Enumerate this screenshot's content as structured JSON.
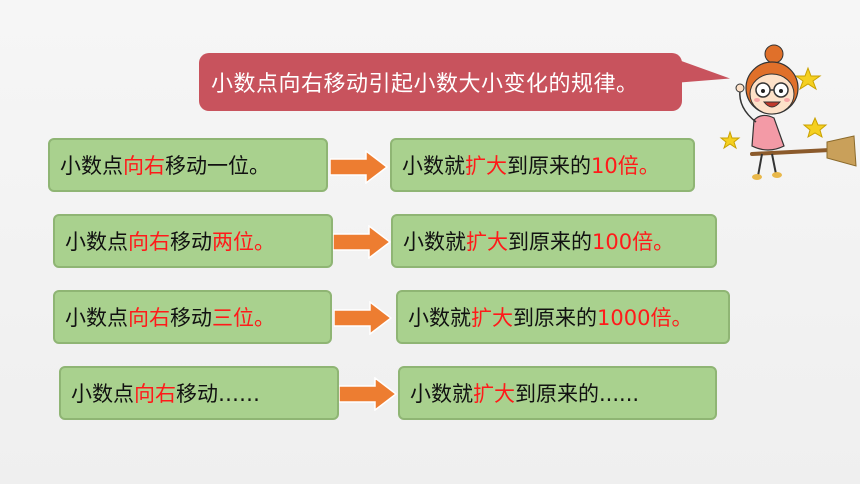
{
  "title": {
    "text": "小数点向右移动引起小数大小变化的规律。"
  },
  "rows": [
    {
      "left": {
        "a": "小数点",
        "b": "向右",
        "c": "移动",
        "d": "一位。"
      },
      "right": {
        "a": "小数就",
        "b": "扩大",
        "c": "到原来的",
        "d": "10倍。"
      }
    },
    {
      "left": {
        "a": "小数点",
        "b": "向右",
        "c": "移动",
        "d": "两位。"
      },
      "right": {
        "a": "小数就",
        "b": "扩大",
        "c": "到原来的",
        "d": "100倍。"
      }
    },
    {
      "left": {
        "a": "小数点",
        "b": "向右",
        "c": "移动",
        "d": "三位。"
      },
      "right": {
        "a": "小数就",
        "b": "扩大",
        "c": "到原来的",
        "d": "1000倍。"
      }
    },
    {
      "left": {
        "a": "小数点",
        "b": "向右",
        "c": "移动……",
        "d": ""
      },
      "right": {
        "a": "小数就",
        "b": "扩大",
        "c": "到原来的......",
        "d": ""
      }
    }
  ],
  "colors": {
    "bubble": "#c8535d",
    "box_fill": "#a9d18e",
    "highlight": "#ff1a1a",
    "arrow": "#ed7d31"
  },
  "icons": {
    "arrow": "right-arrow-icon",
    "character": "cartoon-girl-on-broom-icon"
  }
}
